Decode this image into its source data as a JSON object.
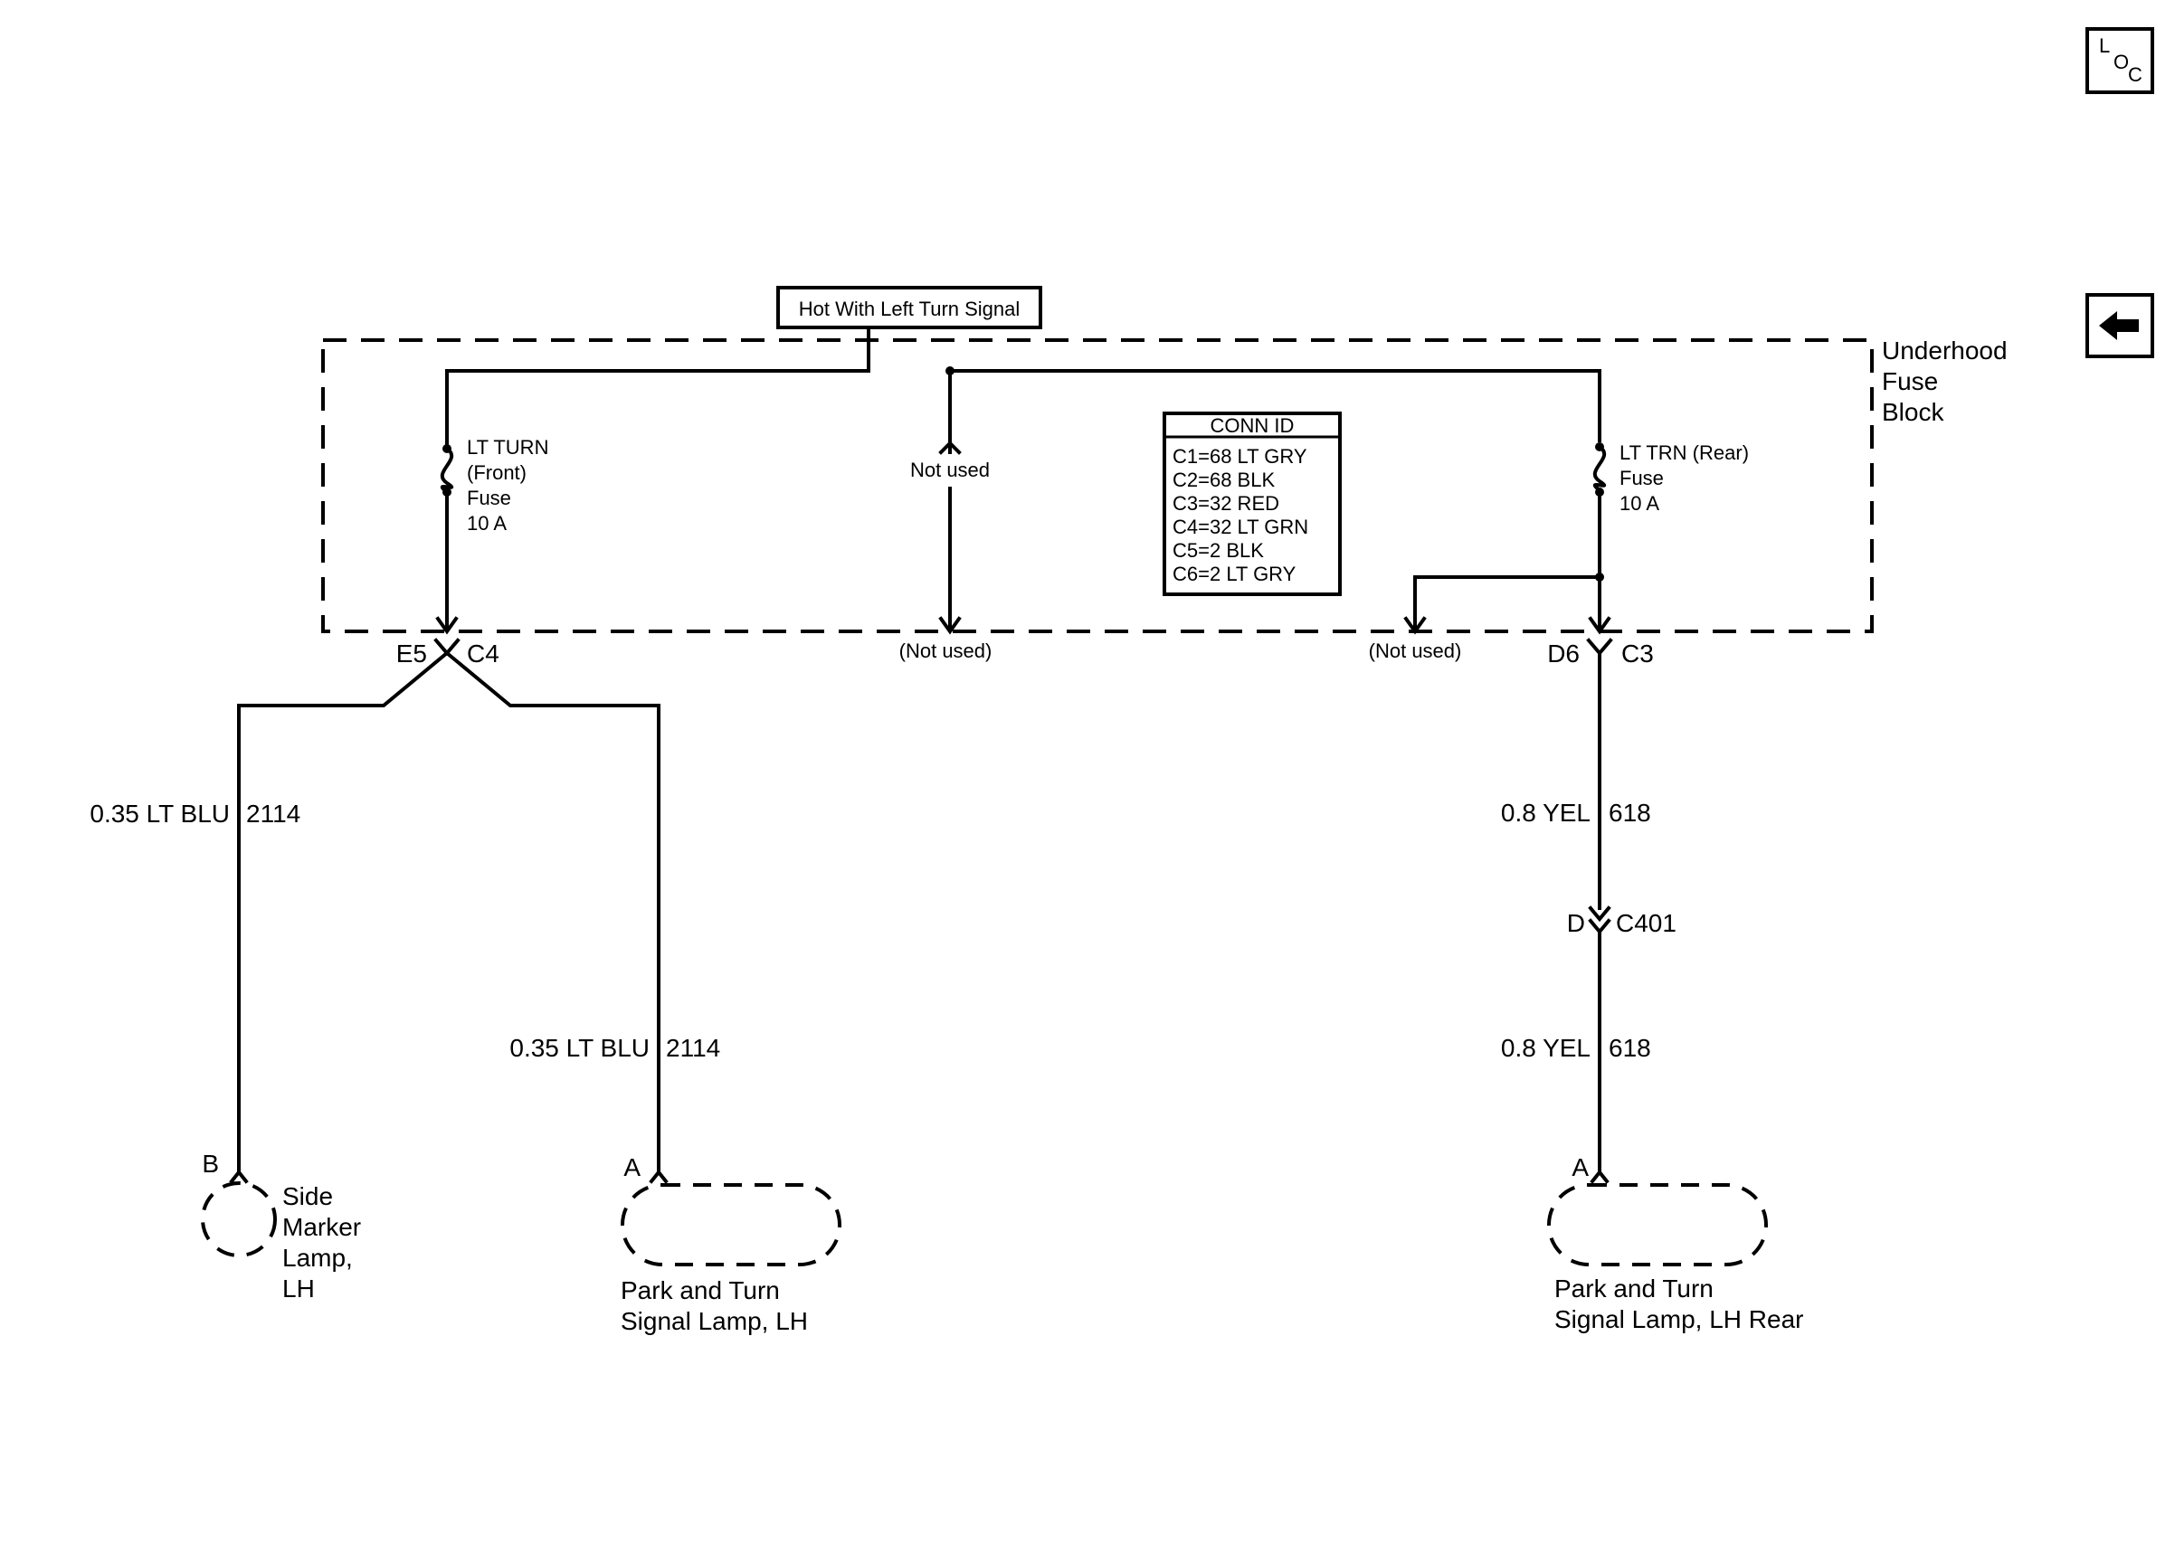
{
  "nav": {
    "loc_l": "L",
    "loc_o": "O",
    "loc_c": "C",
    "back_icon": "left-arrow-icon"
  },
  "power_source": "Hot With Left Turn Signal",
  "fuse_block": {
    "line1": "Underhood",
    "line2": "Fuse",
    "line3": "Block"
  },
  "fuse_front": {
    "line1": "LT TURN",
    "line2": "(Front)",
    "line3": "Fuse",
    "line4": "10 A"
  },
  "fuse_rear": {
    "line1": "LT TRN (Rear)",
    "line2": "Fuse",
    "line3": "10 A"
  },
  "not_used": {
    "inside": "Not used",
    "mid_out": "(Not used)",
    "right_out": "(Not used)"
  },
  "conn_id": {
    "title": "CONN ID",
    "rows": [
      "C1=68 LT GRY",
      "C2=68 BLK",
      "C3=32 RED",
      "C4=32 LT GRN",
      "C5=2 BLK",
      "C6=2 LT GRY"
    ]
  },
  "connectors": {
    "left_pin": "E5",
    "left_conn": "C4",
    "right_pin": "D6",
    "right_conn": "C3",
    "c401_pin": "D",
    "c401": "C401"
  },
  "wires": {
    "side_marker": {
      "size_color": "0.35 LT BLU",
      "circuit": "2114"
    },
    "park_front": {
      "size_color": "0.35 LT BLU",
      "circuit": "2114"
    },
    "rear_upper": {
      "size_color": "0.8 YEL",
      "circuit": "618"
    },
    "rear_lower": {
      "size_color": "0.8 YEL",
      "circuit": "618"
    }
  },
  "lamps": {
    "side_marker": {
      "pin": "B",
      "line1": "Side",
      "line2": "Marker",
      "line3": "Lamp,",
      "line4": "LH"
    },
    "park_front": {
      "pin": "A",
      "line1": "Park and Turn",
      "line2": "Signal Lamp, LH"
    },
    "park_rear": {
      "pin": "A",
      "line1": "Park and Turn",
      "line2": "Signal Lamp, LH Rear"
    }
  }
}
